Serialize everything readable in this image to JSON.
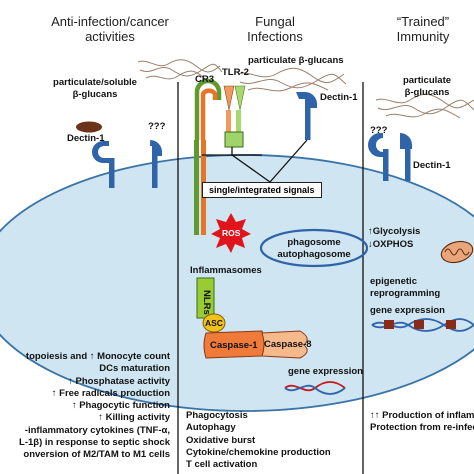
{
  "colors": {
    "cell_fill": "#cfe5f2",
    "cell_stroke": "#3a74a6",
    "receptor_blue": "#2f64a8",
    "cr3_orange": "#e8742a",
    "cr3_green": "#5f9a2e",
    "tlr_orange": "#f29a5c",
    "tlr_green": "#a9d86f",
    "ros_red": "#e0151b",
    "nlr_green": "#99cc33",
    "asc_yellow": "#f2c21a",
    "caspase_orange": "#f07a3a",
    "glucan_brown": "#9a7f6a"
  },
  "headers": {
    "left": [
      "Anti-infection/cancer",
      "activities"
    ],
    "middle": [
      "Fungal",
      "Infections"
    ],
    "right": [
      "“Trained”",
      "Immunity"
    ]
  },
  "labels": {
    "glucans_left": [
      "particulate/soluble",
      "β-glucans"
    ],
    "glucans_middle": "particulate β-glucans",
    "glucans_right": [
      "particulate",
      "β-glucans"
    ],
    "dectin_left": "Dectin-1",
    "dectin_middle": "Dectin-1",
    "dectin_right": "Dectin-1",
    "unknown_left": "???",
    "unknown_right": "???",
    "cr3": "CR3",
    "tlr2": "TLR-2",
    "signals": "single/integrated signals",
    "ros": "ROS",
    "phagosome": [
      "phagosome",
      "autophagosome"
    ],
    "inflammasomes": "Inflammasomes",
    "nlrs": "NLRs",
    "asc": "ASC",
    "caspase1": "Caspase-1",
    "caspase8": "Caspase-8",
    "gene_expression_middle": "gene expression",
    "glycolysis": "↑Glycolysis",
    "oxphos": "↓OXPHOS",
    "epigenetic": [
      "epigenetic",
      "reprogramming"
    ],
    "gene_expression_right": "gene expression"
  },
  "lists": {
    "left": [
      "topoiesis and ↑ Monocyte count",
      "DCs maturation",
      "↑ Phosphatase activity",
      "↑ Free radicals production",
      "↑ Phagocytic function",
      "↑ Killing activity",
      "-inflammatory cytokines (TNF-α,",
      "L-1β) in response to septic shock",
      "onversion of M2/TAM to M1 cells"
    ],
    "middle": [
      "Phagocytosis",
      "Autophagy",
      "Oxidative burst",
      "Cytokine/chemokine production",
      "T cell activation"
    ],
    "right": [
      "↑↑ Production of inflam",
      "Protection from re-infect"
    ]
  }
}
